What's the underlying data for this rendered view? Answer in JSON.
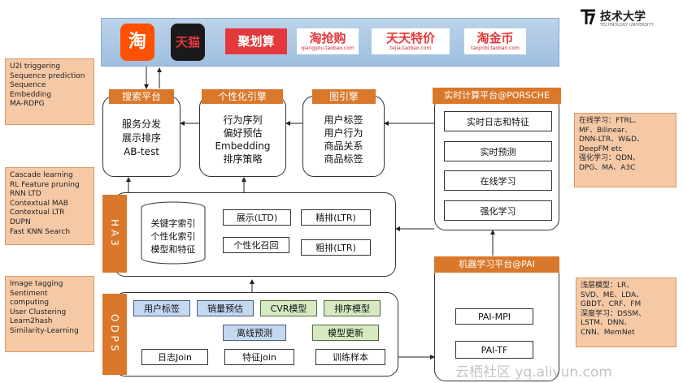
{
  "brand": {
    "name": "技术大学",
    "sub": "TECHNOLOGY UNIVERSITY"
  },
  "logos": [
    {
      "main": "淘",
      "sub": "",
      "bg": "#ff5000",
      "fg": "#ffffff"
    },
    {
      "main": "天猫",
      "sub": "",
      "bg": "#1a1a1a",
      "fg": "#e4393c"
    },
    {
      "main": "聚划算",
      "sub": "",
      "bg": "#e4393c",
      "fg": "#ffffff"
    },
    {
      "main": "淘抢购",
      "sub": "qianggou.taobao.com",
      "bg": "#ffffff",
      "fg": "#e4393c"
    },
    {
      "main": "天天特价",
      "sub": "tejia.taobao.com",
      "bg": "#ffffff",
      "fg": "#e4393c"
    },
    {
      "main": "淘金币",
      "sub": "taojinbi.taobao.com",
      "bg": "#ffffff",
      "fg": "#e4393c"
    }
  ],
  "left_notes": {
    "search": [
      "U2I triggering",
      "Sequence prediction",
      "Sequence",
      "Embedding",
      "MA-RDPG"
    ],
    "ha3": [
      "Cascade learning",
      "RL Feature pruning",
      "RNN LTD",
      "Contextual MAB",
      "Contextual LTR",
      "DUPN",
      "Fast KNN Search"
    ],
    "odps": [
      "Image tagging",
      "Sentiment",
      "computing",
      "User Clustering",
      "Learn2hash",
      "Similarity-Learning"
    ]
  },
  "right_notes": {
    "online": [
      "在线学习：FTRL、",
      "MF、Bilinear、",
      "DNN-LTR、W&D、",
      "DeepFM etc",
      "强化学习：QDN、",
      "DPG、MA、A3C"
    ],
    "shallow": [
      "浅层模型：LR、",
      "SVD、ME、LDA、",
      "GBDT、CRF、FM",
      "深度学习：DSSM、",
      "LSTM、DNN、",
      "CNN、MemNet"
    ]
  },
  "search_platform": {
    "title": "搜索平台",
    "lines": [
      "服务分发",
      "展示排序",
      "AB-test"
    ]
  },
  "personal_engine": {
    "title": "个性化引擎",
    "lines": [
      "行为序列",
      "偏好预估",
      "Embedding",
      "排序策略"
    ]
  },
  "graph_engine": {
    "title": "图引擎",
    "lines": [
      "用户标签",
      "用户行为",
      "商品关系",
      "商品标签"
    ]
  },
  "porsche": {
    "title": "实时计算平台@PORSCHE",
    "items": [
      "实时日志和特征",
      "实时预测",
      "在线学习",
      "强化学习"
    ]
  },
  "ha3": {
    "label": "HA3",
    "index": [
      "关键字索引",
      "个性化索引",
      "模型和特征"
    ],
    "display": "展示(LTD)",
    "fine": "精排(LTR)",
    "recall": "个性化召回",
    "coarse": "粗排(LTR)"
  },
  "pai": {
    "title": "机器学习平台@PAI",
    "items": [
      "PAI-MPI",
      "PAI-TF"
    ]
  },
  "odps": {
    "label": "ODPS",
    "top": [
      "用户标签",
      "销量预估",
      "CVR模型",
      "排序模型"
    ],
    "mid": [
      "离线预测",
      "模型更新"
    ],
    "bottom": [
      "日志Join",
      "特征join",
      "训练样本"
    ]
  },
  "watermark": "云栖社区 yq.aliyun.com",
  "colors": {
    "orange": "#d9782b",
    "note": "#f6c9a6",
    "blue": "#c5d8f1",
    "green": "#d6e9c1",
    "banner": "#a9c5e4"
  }
}
